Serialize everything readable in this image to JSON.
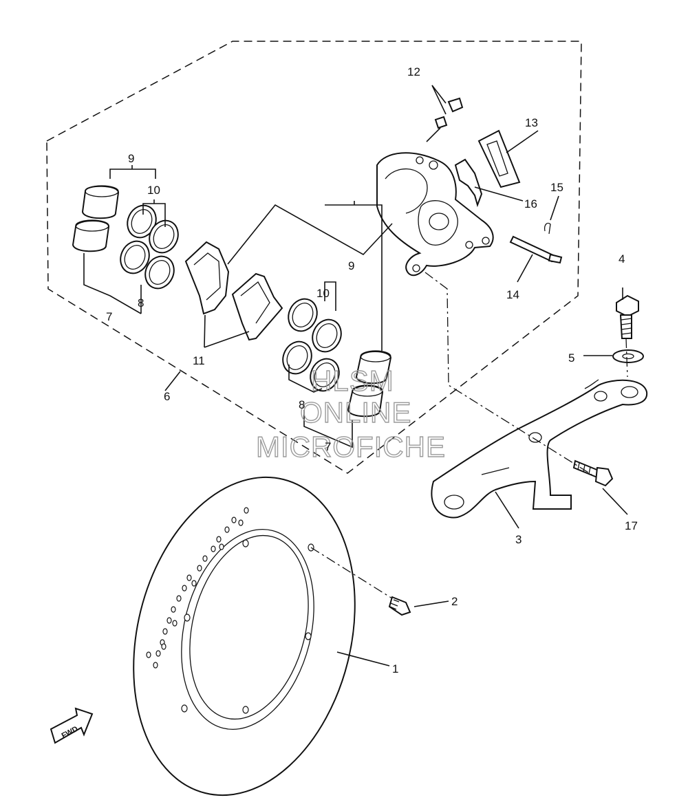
{
  "labels": {
    "p1": "1",
    "p2": "2",
    "p3": "3",
    "p4": "4",
    "p5": "5",
    "p6": "6",
    "p7a": "7",
    "p7b": "7",
    "p8a": "8",
    "p8b": "8",
    "p9a": "9",
    "p9b": "9",
    "p10a": "10",
    "p10b": "10",
    "p11": "11",
    "p12": "12",
    "p13": "13",
    "p14": "14",
    "p15": "15",
    "p16": "16",
    "p17": "17"
  },
  "watermark": {
    "line1": "HLSM",
    "line2": "ONLINE",
    "line3": "MICROFICHE"
  },
  "fwd_label": "FWD"
}
